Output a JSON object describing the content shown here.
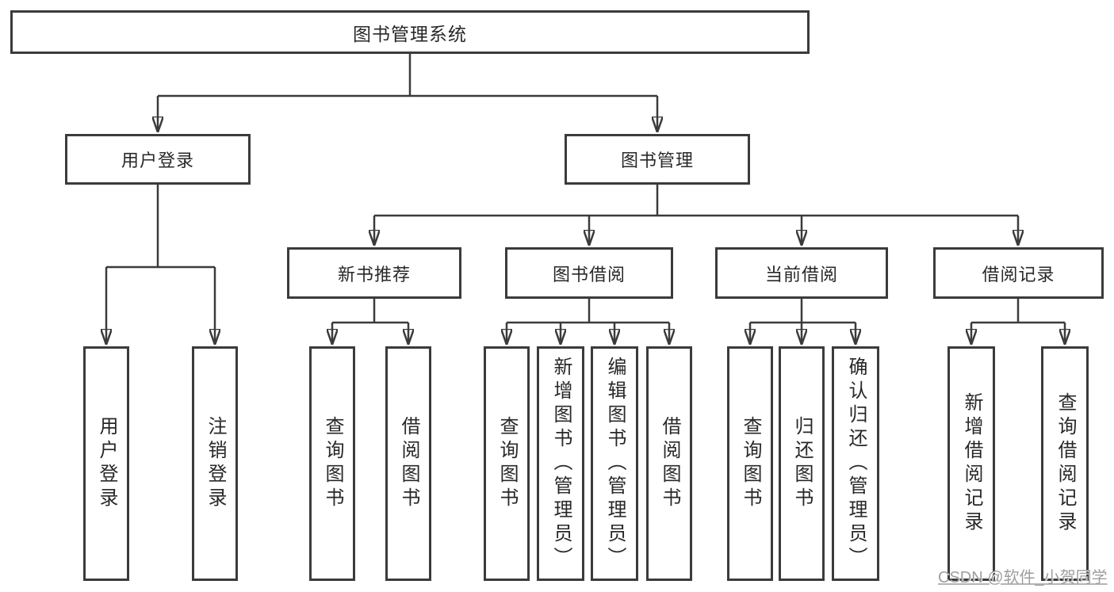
{
  "diagram": {
    "root": {
      "label": "图书管理系统"
    },
    "level2": {
      "user_login": {
        "label": "用户登录"
      },
      "book_mgmt": {
        "label": "图书管理"
      }
    },
    "level3": {
      "new_book_rec": {
        "label": "新书推荐"
      },
      "book_borrow": {
        "label": "图书借阅"
      },
      "current_borrow": {
        "label": "当前借阅"
      },
      "borrow_record": {
        "label": "借阅记录"
      }
    },
    "leaves": {
      "user_login": {
        "label": "用户登录"
      },
      "logout": {
        "label": "注销登录"
      },
      "rec_query_book": {
        "label": "查询图书"
      },
      "rec_borrow_book": {
        "label": "借阅图书"
      },
      "bb_query_book": {
        "label": "查询图书"
      },
      "bb_add_book": {
        "label": "新增图书（管理员）"
      },
      "bb_edit_book": {
        "label": "编辑图书（管理员）"
      },
      "bb_borrow_book": {
        "label": "借阅图书"
      },
      "cb_query_book": {
        "label": "查询图书"
      },
      "cb_return_book": {
        "label": "归还图书"
      },
      "cb_confirm_return": {
        "label": "确认归还（管理员）"
      },
      "br_add_record": {
        "label": "新增借阅记录"
      },
      "br_query_record": {
        "label": "查询借阅记录"
      }
    },
    "watermark": "CSDN @软件_小贺同学",
    "colors": {
      "line": "#3b3b3b",
      "text": "#282828",
      "watermark": "#9e9e9e",
      "background": "#ffffff"
    }
  }
}
